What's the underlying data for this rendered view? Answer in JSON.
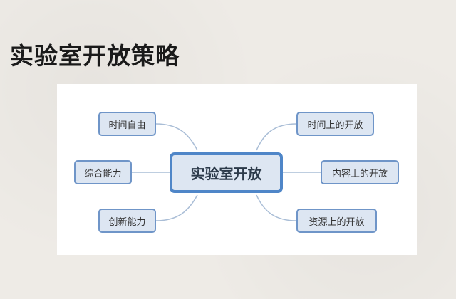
{
  "slide": {
    "title": "实验室开放策略"
  },
  "mindmap": {
    "center": "实验室开放",
    "left": [
      "时间自由",
      "综合能力",
      "创新能力"
    ],
    "right": [
      "时间上的开放",
      "内容上的开放",
      "资源上的开放"
    ]
  },
  "colors": {
    "node_fill": "#dde6f2",
    "node_border": "#6f95c8",
    "center_border": "#4f86c8",
    "connector": "#a9bdd6"
  }
}
